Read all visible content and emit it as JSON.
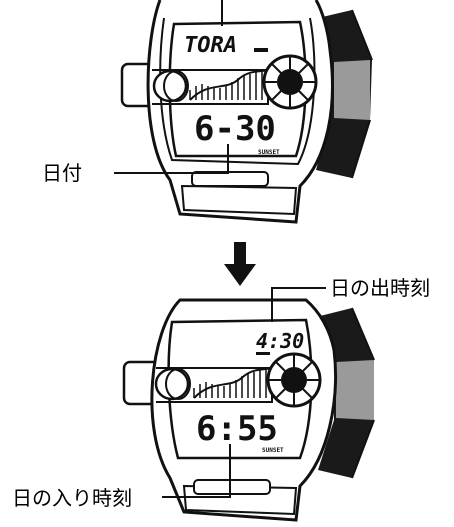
{
  "top_watch": {
    "display_name": "TORA",
    "date_value": "6-30",
    "sunset_mark": "SUNSET",
    "callout_date": "日付"
  },
  "arrow": {
    "icon": "down-arrow-icon"
  },
  "bottom_watch": {
    "sunrise_value": "4:30",
    "sunset_value": "6:55",
    "sunset_mark": "SUNSET",
    "callout_sunrise": "日の出時刻",
    "callout_sunset": "日の入り時刻"
  },
  "colors": {
    "ink": "#111111",
    "paper": "#ffffff",
    "band_dark": "#1a1a1a",
    "band_grey": "#9a9a9a"
  }
}
